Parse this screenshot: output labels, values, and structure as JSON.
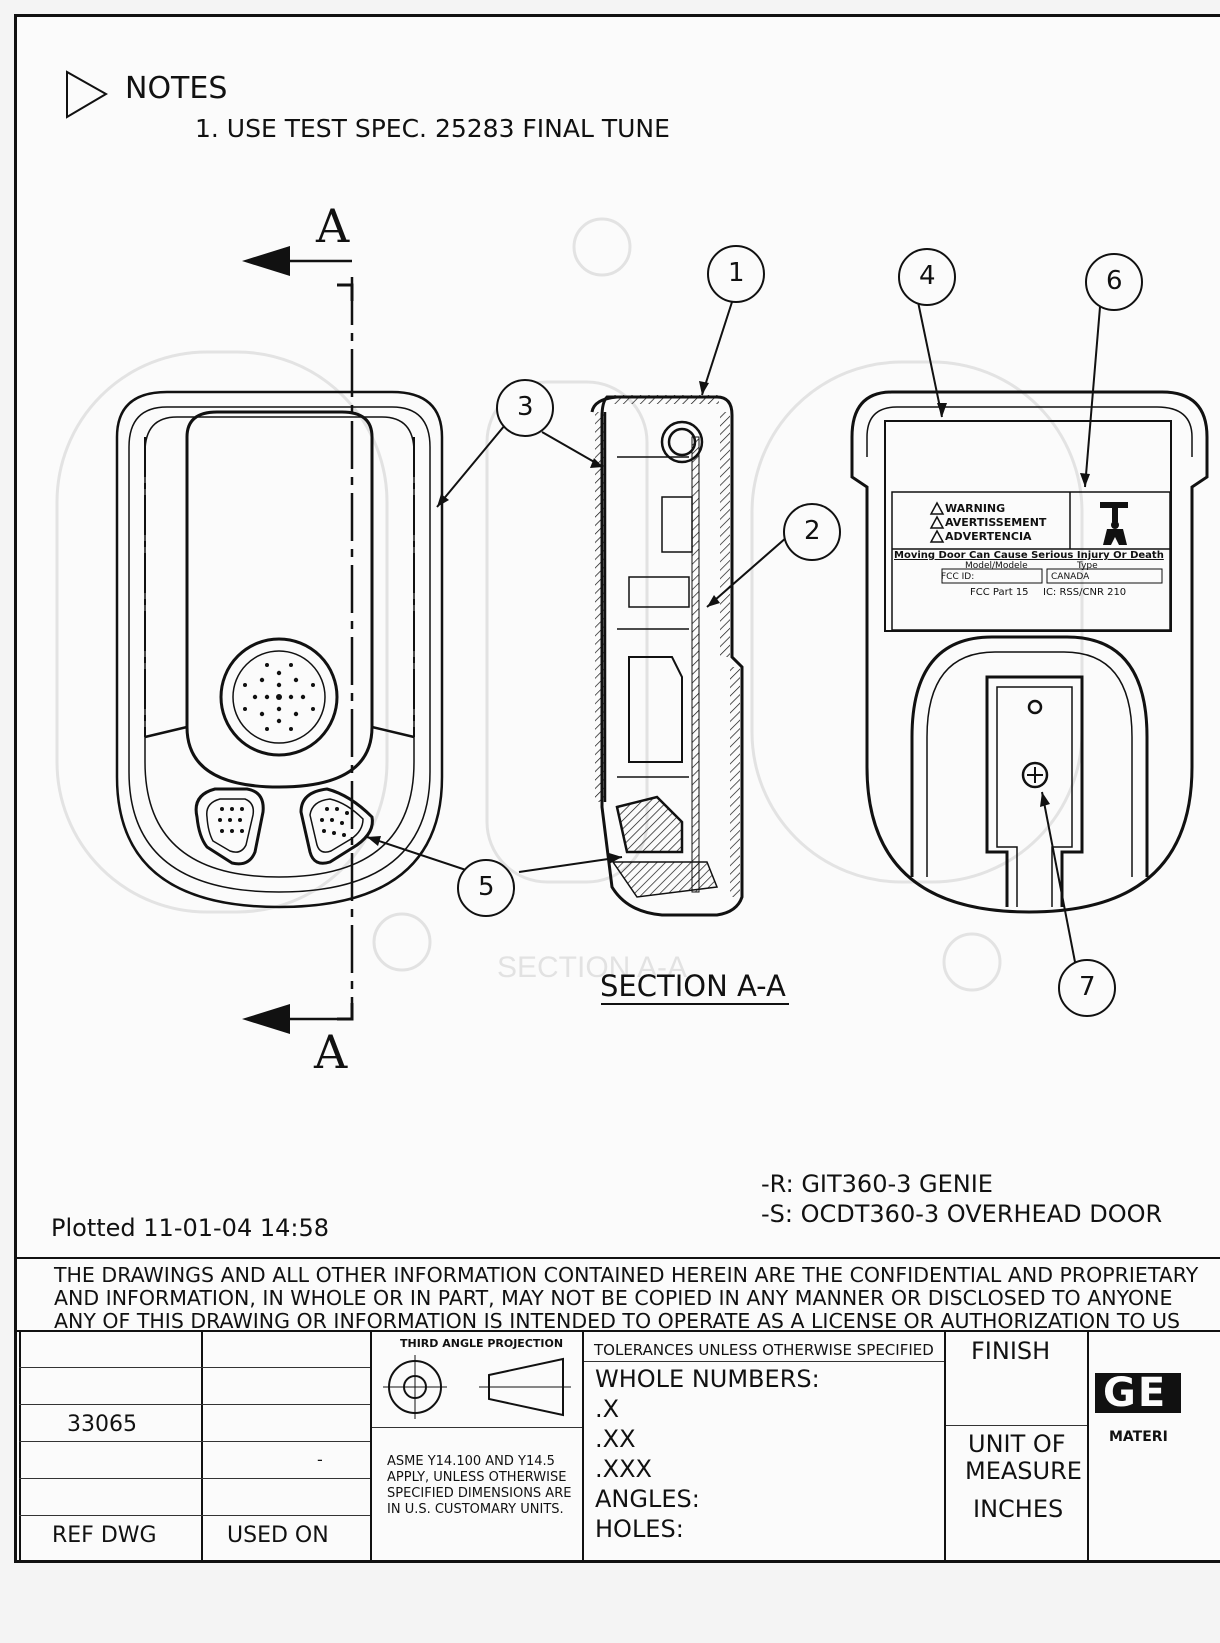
{
  "notes": {
    "title": "NOTES",
    "items": [
      "1. USE TEST SPEC. 25283 FINAL TUNE"
    ]
  },
  "section_marks": [
    "A",
    "A"
  ],
  "callouts": [
    "1",
    "2",
    "3",
    "4",
    "5",
    "6",
    "7"
  ],
  "section_title": "SECTION A-A",
  "label": {
    "warnings": [
      "WARNING",
      "AVERTISSEMENT",
      "ADVERTENCIA"
    ],
    "caution_line": "Moving Door Can Cause Serious Injury Or Death",
    "model": "Model/Modele",
    "type": "Type",
    "fcc_id": "FCC ID:",
    "canada": "CANADA",
    "fcc_part": "FCC Part 15",
    "ic": "IC: RSS/CNR 210"
  },
  "variants": [
    "-R: GIT360-3 GENIE",
    "-S: OCDT360-3 OVERHEAD DOOR"
  ],
  "plotted": "Plotted 11-01-04 14:58",
  "confidential": [
    "THE DRAWINGS AND ALL OTHER INFORMATION CONTAINED HEREIN ARE THE CONFIDENTIAL AND PROPRIETARY",
    "AND INFORMATION, IN WHOLE OR IN PART, MAY NOT BE COPIED IN ANY MANNER OR DISCLOSED TO ANYONE",
    "ANY OF THIS DRAWING OR INFORMATION IS INTENDED TO OPERATE AS A LICENSE OR AUTHORIZATION TO US"
  ],
  "title_block": {
    "ref_number": "33065",
    "dash": "-",
    "ref_dwg": "REF DWG",
    "used_on": "USED ON",
    "projection": "THIRD ANGLE PROJECTION",
    "asme": [
      "ASME Y14.100 AND Y14.5",
      "APPLY, UNLESS OTHERWISE",
      "SPECIFIED DIMENSIONS ARE",
      "IN U.S. CUSTOMARY UNITS."
    ],
    "tolerances_header": "TOLERANCES UNLESS OTHERWISE SPECIFIED",
    "tolerances": [
      "WHOLE NUMBERS:",
      ".X",
      ".XX",
      ".XXX",
      "ANGLES:",
      "HOLES:"
    ],
    "finish": "FINISH",
    "unit_of_measure": [
      "UNIT OF",
      "MEASURE"
    ],
    "unit": "INCHES",
    "logo": "GE",
    "material": "MATERI"
  }
}
